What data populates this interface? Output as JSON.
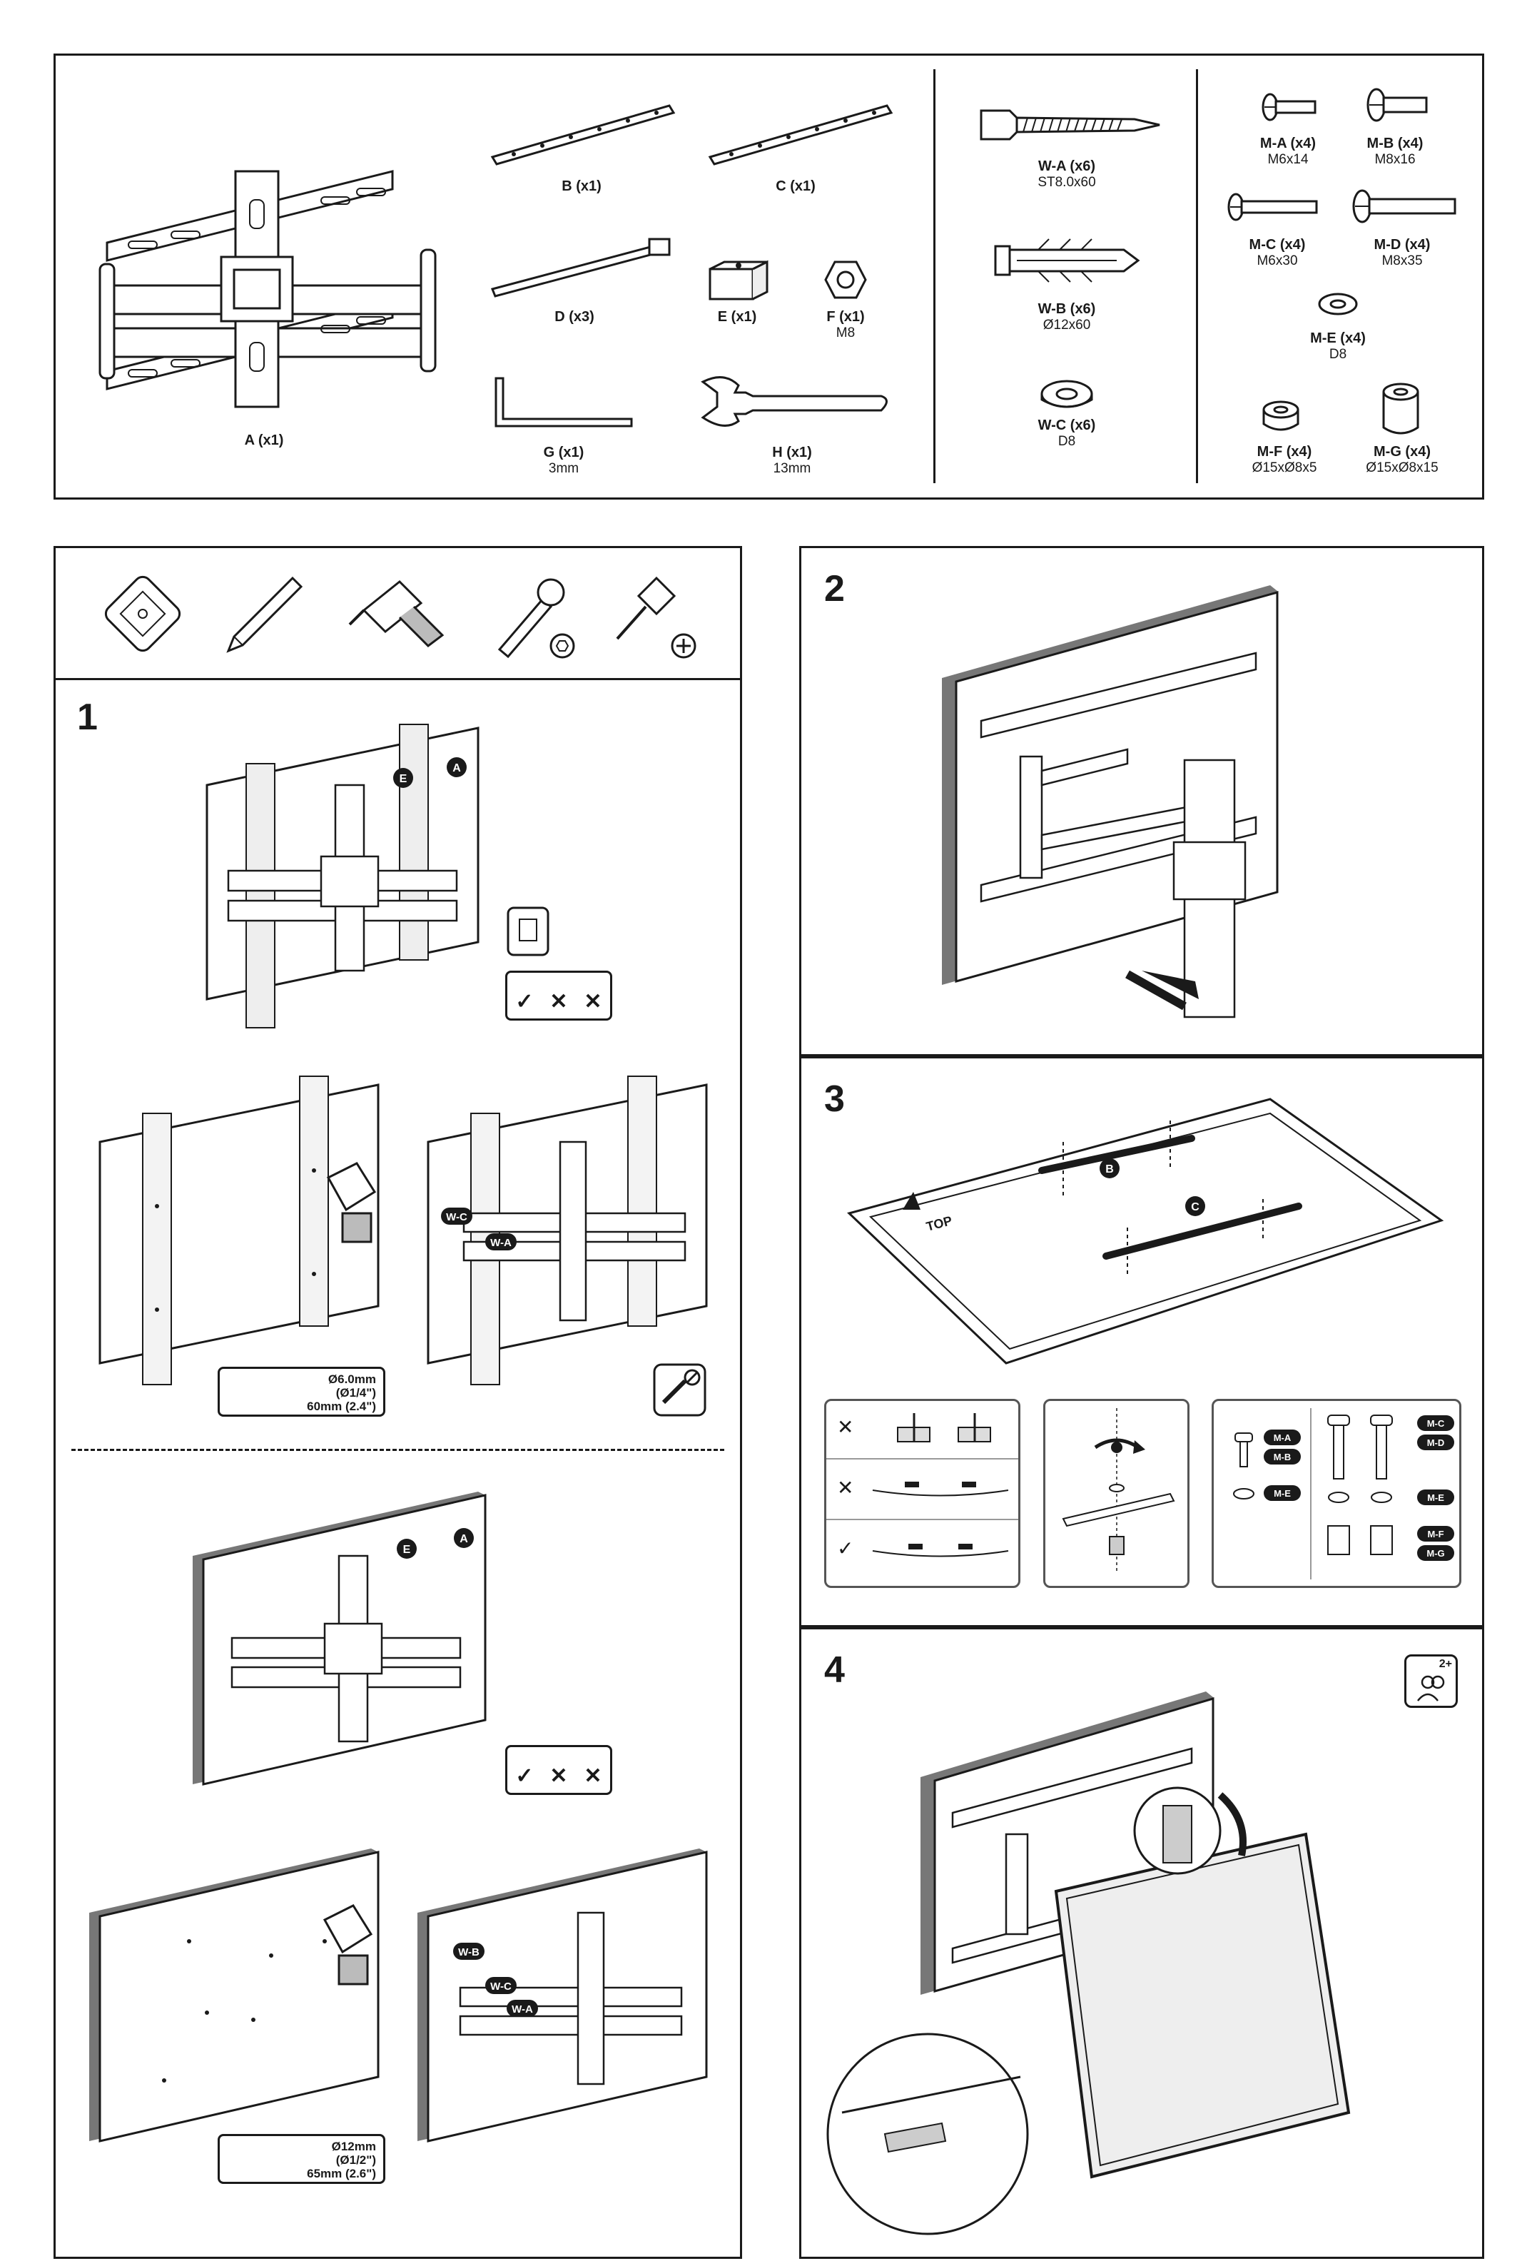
{
  "parts": {
    "A": {
      "label": "A (x1)"
    },
    "B": {
      "label": "B (x1)"
    },
    "C": {
      "label": "C (x1)"
    },
    "D": {
      "label": "D (x3)"
    },
    "E": {
      "label": "E (x1)"
    },
    "F": {
      "label": "F (x1)",
      "spec": "M8"
    },
    "G": {
      "label": "G (x1)",
      "spec": "3mm"
    },
    "H": {
      "label": "H (x1)",
      "spec": "13mm"
    },
    "WA": {
      "label": "W-A (x6)",
      "spec": "ST8.0x60"
    },
    "WB": {
      "label": "W-B (x6)",
      "spec": "Ø12x60"
    },
    "WC": {
      "label": "W-C (x6)",
      "spec": "D8"
    },
    "MA": {
      "label": "M-A (x4)",
      "spec": "M6x14"
    },
    "MB": {
      "label": "M-B (x4)",
      "spec": "M8x16"
    },
    "MC": {
      "label": "M-C (x4)",
      "spec": "M6x30"
    },
    "MD": {
      "label": "M-D (x4)",
      "spec": "M8x35"
    },
    "ME": {
      "label": "M-E (x4)",
      "spec": "D8"
    },
    "MF": {
      "label": "M-F (x4)",
      "spec": "Ø15xØ8x5"
    },
    "MG": {
      "label": "M-G (x4)",
      "spec": "Ø15xØ8x15"
    }
  },
  "steps": {
    "s1": "1",
    "s2": "2",
    "s3": "3",
    "s4": "4"
  },
  "drill_wood": {
    "diameter": "Ø6.0mm",
    "diameter_in": "(Ø1/4\")",
    "depth": "60mm (2.4\")"
  },
  "drill_concrete": {
    "diameter": "Ø12mm",
    "diameter_in": "(Ø1/2\")",
    "depth": "65mm (2.6\")"
  },
  "badges": {
    "A": "A",
    "B": "B",
    "C": "C",
    "E": "E",
    "WA": "W-A",
    "WB": "W-B",
    "WC": "W-C",
    "MA": "M-A",
    "MB": "M-B",
    "MC": "M-C",
    "MD": "M-D",
    "ME": "M-E",
    "MF": "M-F",
    "MG": "M-G",
    "top": "TOP",
    "persons": "2+"
  },
  "marks": {
    "check": "✓",
    "cross": "✕"
  }
}
